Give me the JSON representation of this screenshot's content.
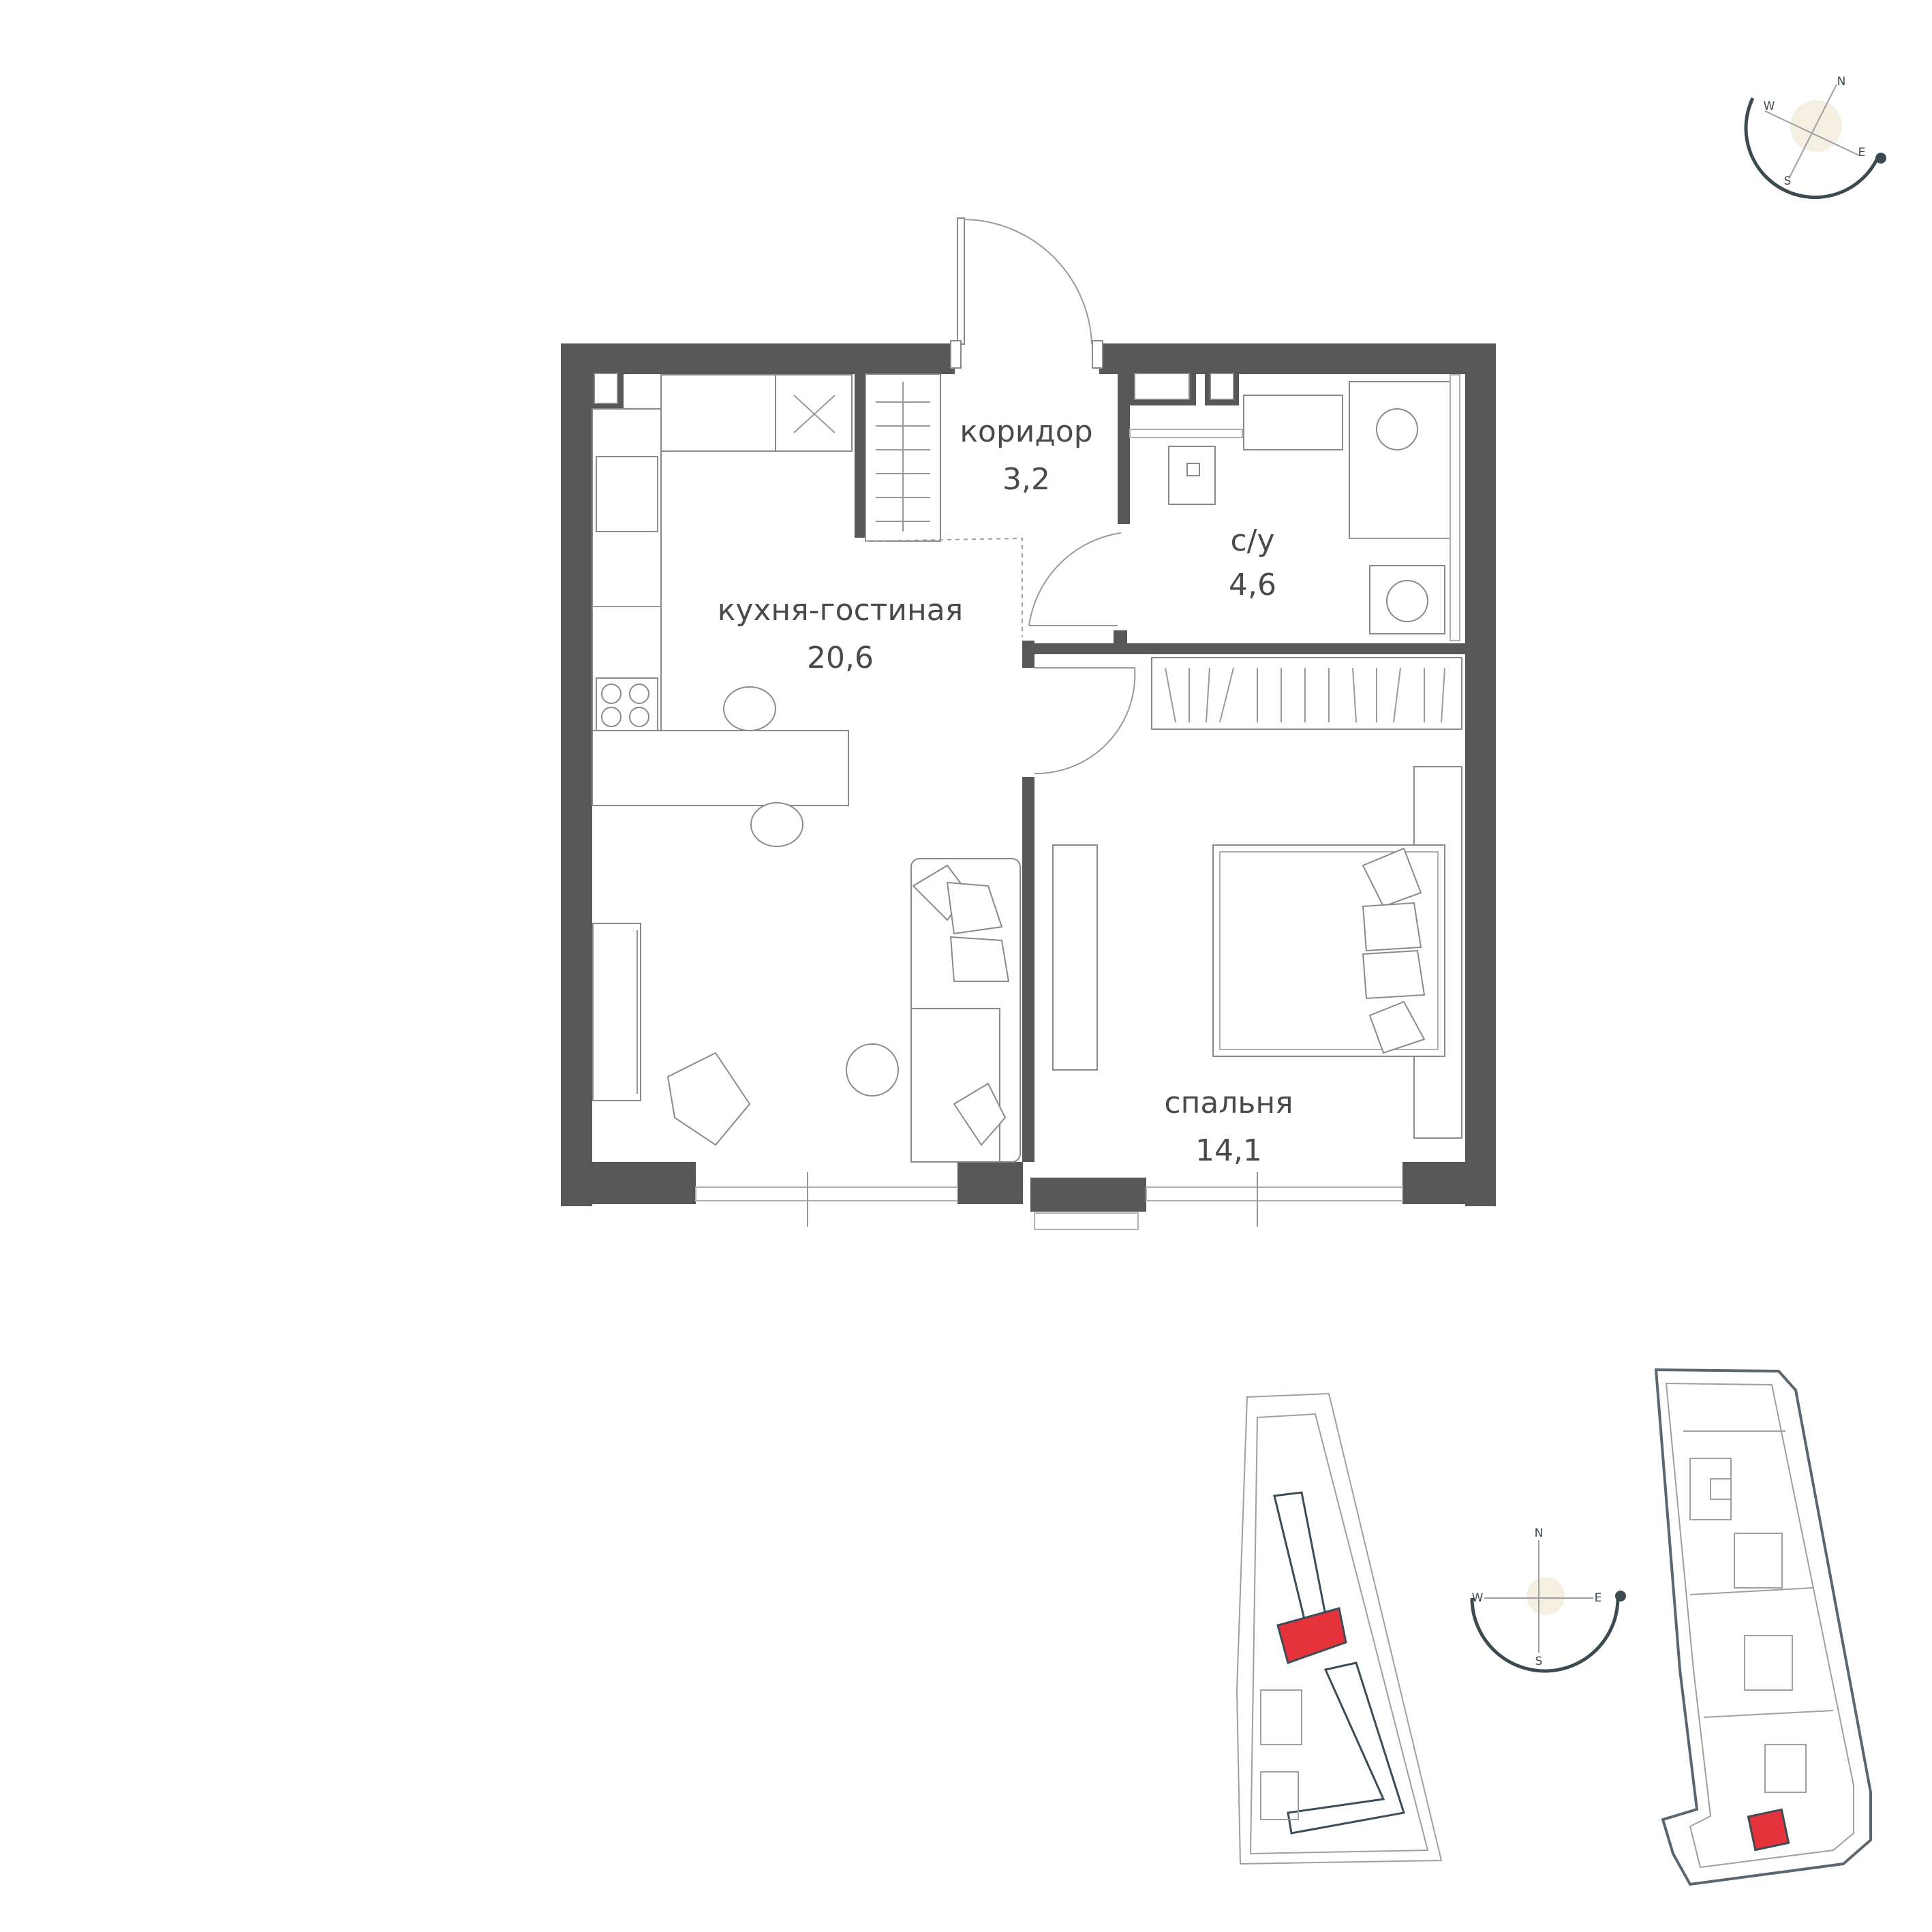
{
  "rooms": {
    "corridor": {
      "name": "коридор",
      "area": "3,2"
    },
    "bathroom": {
      "name": "с/у",
      "area": "4,6"
    },
    "kitchen_living": {
      "name": "кухня-гостиная",
      "area": "20,6"
    },
    "bedroom": {
      "name": "спальня",
      "area": "14,1"
    }
  },
  "compass_top": {
    "n": "N",
    "e": "E",
    "s": "S",
    "w": "W"
  },
  "compass_site": {
    "n": "N",
    "e": "E",
    "s": "S",
    "w": "W"
  },
  "colors": {
    "wall": "#575757",
    "highlight": "#e5323b",
    "compass": "#3c4a52",
    "sun": "#f4efe0"
  }
}
